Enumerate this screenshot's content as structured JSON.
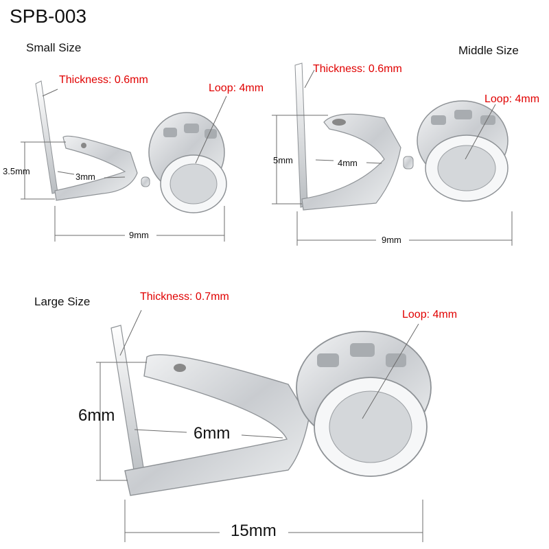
{
  "title": "SPB-003",
  "small": {
    "label": "Small Size",
    "thickness": "Thickness: 0.6mm",
    "loop": "Loop: 4mm",
    "height": "3.5mm",
    "inner": "3mm",
    "length": "9mm"
  },
  "middle": {
    "label": "Middle Size",
    "thickness": "Thickness: 0.6mm",
    "loop": "Loop: 4mm",
    "height": "5mm",
    "inner": "4mm",
    "length": "9mm"
  },
  "large": {
    "label": "Large Size",
    "thickness": "Thickness: 0.7mm",
    "loop": "Loop: 4mm",
    "height": "6mm",
    "inner": "6mm",
    "length": "15mm"
  },
  "colors": {
    "annotation": "#e00000",
    "metal": "#d9dbde",
    "metal_dark": "#8e9296",
    "line": "#6b6b6b"
  }
}
